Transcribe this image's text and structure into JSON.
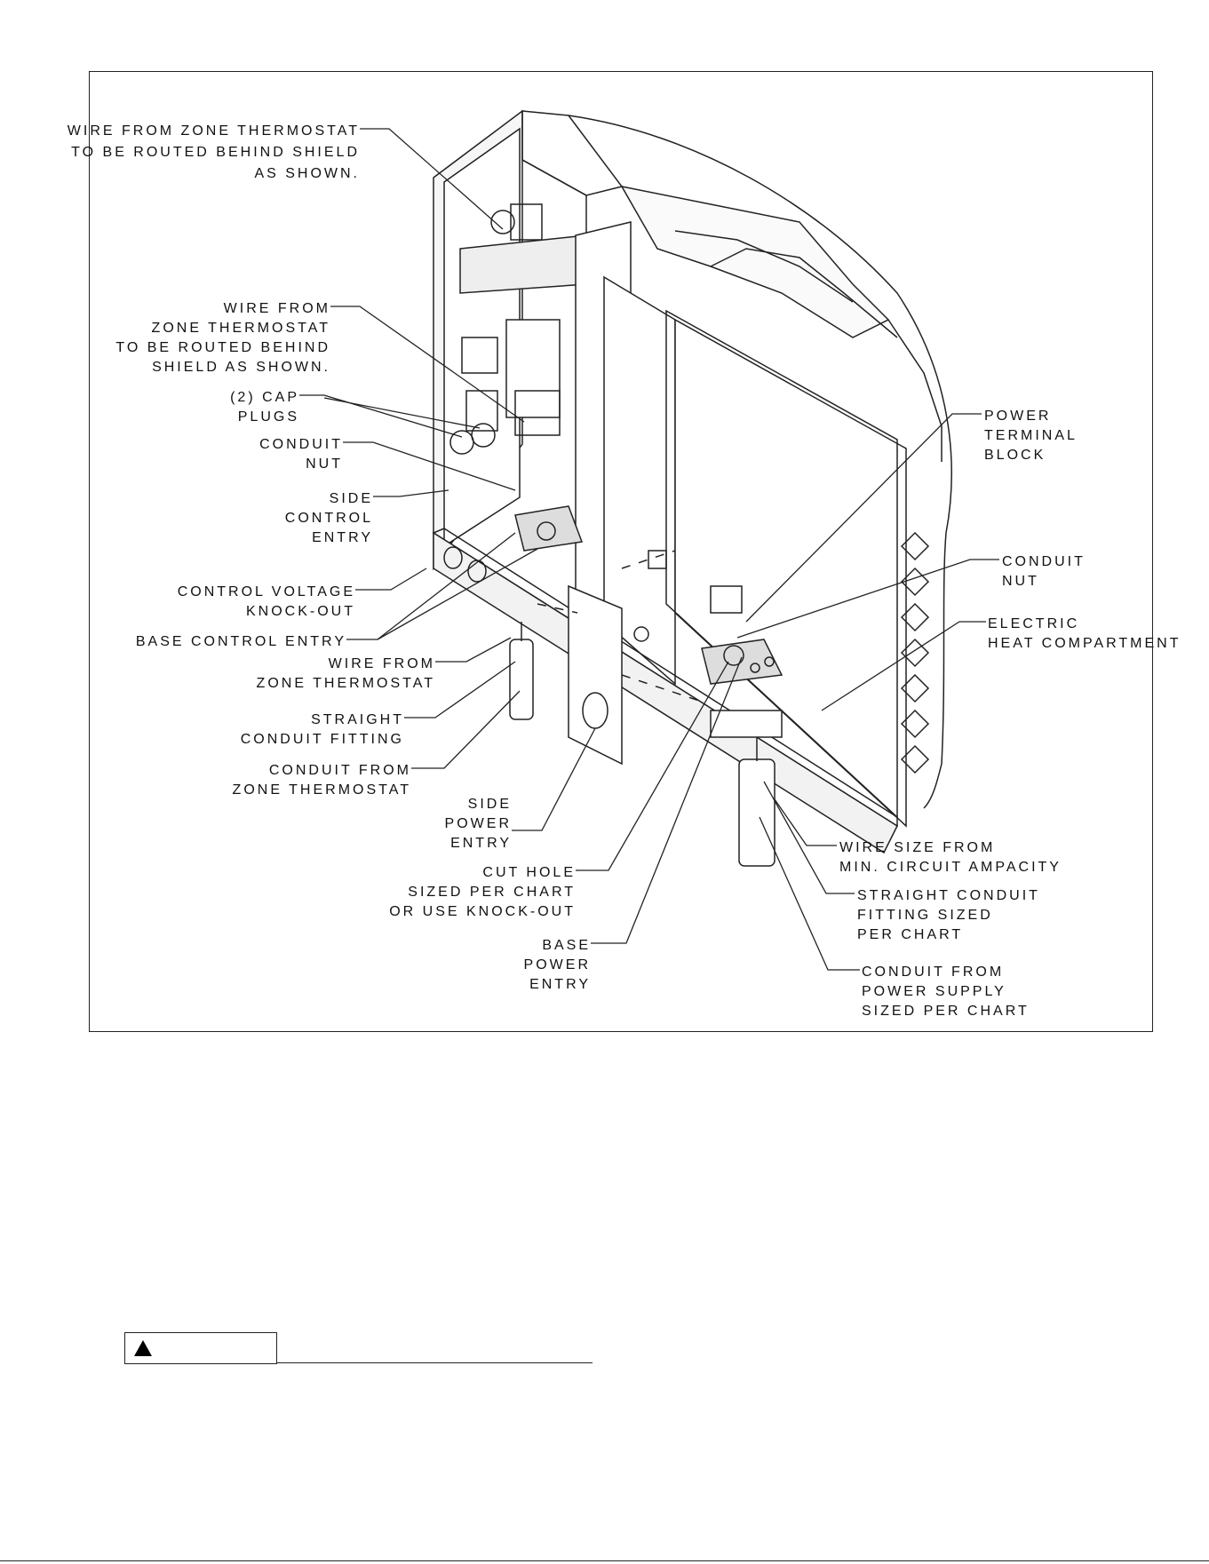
{
  "labels": {
    "wire_zone_thermostat_top": [
      "WIRE FROM ZONE THERMOSTAT",
      "TO BE ROUTED BEHIND SHIELD",
      "AS SHOWN."
    ],
    "wire_zone_thermostat_mid": [
      "WIRE FROM",
      "ZONE THERMOSTAT",
      "TO BE ROUTED BEHIND",
      "SHIELD AS SHOWN."
    ],
    "cap_plugs": [
      "(2) CAP",
      "PLUGS"
    ],
    "conduit_nut_left": [
      "CONDUIT",
      "NUT"
    ],
    "side_control_entry": [
      "SIDE",
      "CONTROL",
      "ENTRY"
    ],
    "control_voltage_knockout": [
      "CONTROL VOLTAGE",
      "KNOCK-OUT"
    ],
    "base_control_entry": [
      "BASE CONTROL ENTRY"
    ],
    "wire_from_zone_thermostat": [
      "WIRE FROM",
      "ZONE THERMOSTAT"
    ],
    "straight_conduit_fitting": [
      "STRAIGHT",
      "CONDUIT FITTING"
    ],
    "conduit_from_zone_thermostat": [
      "CONDUIT FROM",
      "ZONE THERMOSTAT"
    ],
    "side_power_entry": [
      "SIDE",
      "POWER",
      "ENTRY"
    ],
    "cut_hole": [
      "CUT HOLE",
      "SIZED PER CHART",
      "OR USE KNOCK-OUT"
    ],
    "base_power_entry": [
      "BASE",
      "POWER",
      "ENTRY"
    ],
    "power_terminal_block": [
      "POWER",
      "TERMINAL",
      "BLOCK"
    ],
    "conduit_nut_right": [
      "CONDUIT",
      "NUT"
    ],
    "electric_heat_compartment": [
      "ELECTRIC",
      "HEAT COMPARTMENT"
    ],
    "wire_size": [
      "WIRE SIZE FROM",
      "MIN. CIRCUIT AMPACITY"
    ],
    "straight_conduit_fitting_sized": [
      "STRAIGHT CONDUIT",
      "FITTING SIZED",
      "PER CHART"
    ],
    "conduit_from_power_supply": [
      "CONDUIT FROM",
      "POWER SUPPLY",
      "SIZED PER CHART"
    ]
  },
  "warning": {
    "icon": "warning-triangle-icon"
  }
}
